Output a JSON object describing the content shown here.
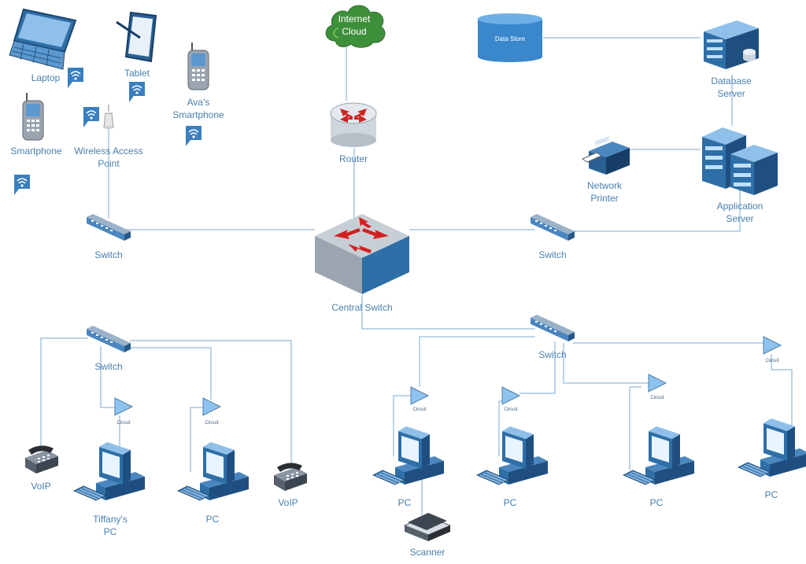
{
  "nodes": {
    "internet": "Internet\nCloud",
    "data_store": "Data Store",
    "database_server": "Database\nServer",
    "router": "Router",
    "network_printer": "Network\nPrinter",
    "application_server": "Application\nServer",
    "laptop": "Laptop",
    "tablet": "Tablet",
    "avas_smartphone": "Ava's\nSmartphone",
    "smartphone": "Smartphone",
    "wireless_access_point": "Wireless Access\nPoint",
    "switch_left": "Switch",
    "switch_right": "Switch",
    "central_switch": "Central Switch",
    "switch_bottom_left": "Switch",
    "switch_bottom_right": "Switch",
    "voip_left": "VoIP",
    "tiffanys_pc": "Tiffany's\nPC",
    "pc_bl": "PC",
    "voip_right": "VoIP",
    "pc_1": "PC",
    "scanner": "Scanner",
    "pc_2": "PC",
    "pc_3": "PC",
    "pc_4": "PC"
  },
  "circuit_label": "Circuit",
  "colors": {
    "label": "#4a7fae",
    "connector": "#6aa0cc",
    "device_blue": "#2f6fa7",
    "cloud_green": "#3e8f3a",
    "router_arrows": "#d22020"
  }
}
